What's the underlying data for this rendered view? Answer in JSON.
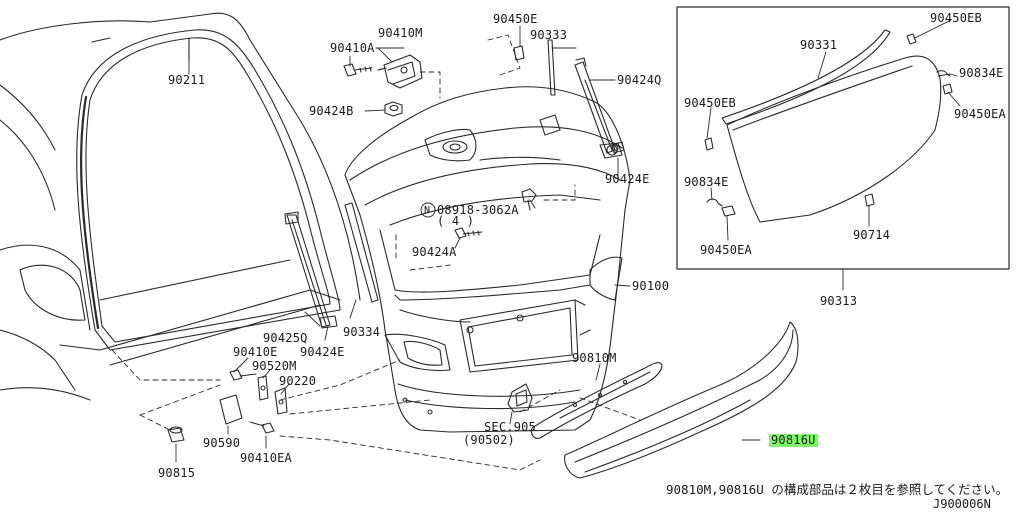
{
  "diagram": {
    "part_labels": {
      "p90211": "90211",
      "p90410M": "90410M",
      "p90410A": "90410A",
      "p90424B": "90424B",
      "p90450E": "90450E",
      "p90333": "90333",
      "p90424Q": "90424Q",
      "p90424E_top": "90424E",
      "p08918": "08918-3062A",
      "p08918_qty": "( 4 )",
      "p90424A": "90424A",
      "p90100": "90100",
      "p90425Q": "90425Q",
      "p90424E_left": "90424E",
      "p90334": "90334",
      "p90410E": "90410E",
      "p90520M": "90520M",
      "p90220": "90220",
      "p90590": "90590",
      "p90410EA": "90410EA",
      "p90815": "90815",
      "p90810M": "90810M",
      "p90816U": "90816U",
      "sec905": "SEC.905",
      "sec905_ref": "(90502)",
      "inset_90331": "90331",
      "inset_90450EB_top": "90450EB",
      "inset_90834E_right": "90834E",
      "inset_90450EA_right": "90450EA",
      "inset_90450EB_left": "90450EB",
      "inset_90834E_left": "90834E",
      "inset_90450EA_left": "90450EA",
      "inset_90714": "90714",
      "p90313": "90313"
    },
    "bolt_symbol": "N",
    "highlight_color": "#7dfc66",
    "footnote": "90810M,90816U の構成部品は２枚目を参照してください。",
    "diagram_id": "J900006N"
  }
}
